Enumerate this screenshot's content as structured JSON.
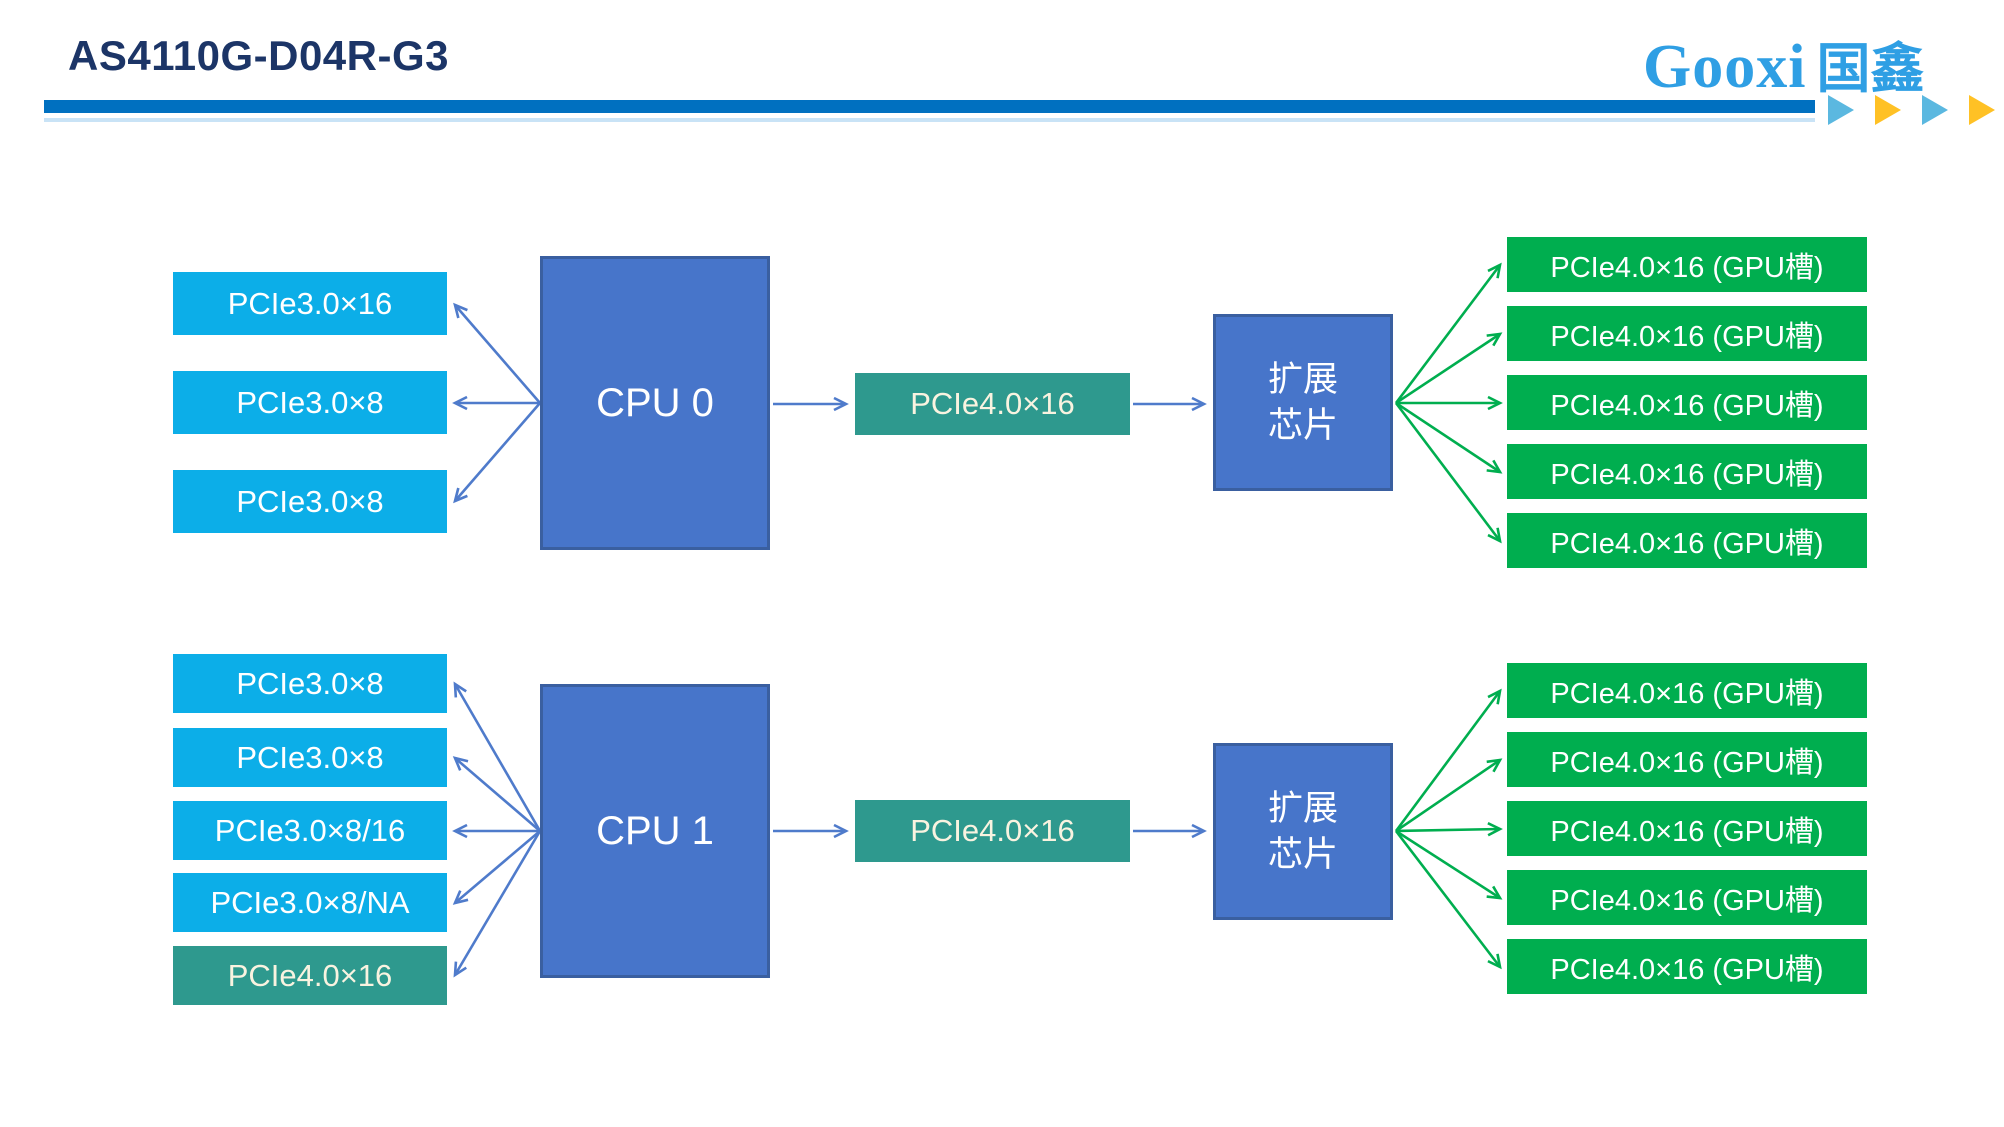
{
  "header": {
    "title": "AS4110G-D04R-G3",
    "logo_en": "Gooxi",
    "logo_cn": "国鑫",
    "colors": {
      "title_text": "#1c3567",
      "divider_bar": "#0070c0",
      "divider_underline": "#c9e3f6",
      "logo_blue": "#2f9fe4",
      "triangle_blue": "#5bb8e0",
      "triangle_orange": "#ffc125"
    }
  },
  "diagram_colors": {
    "pcie3_slot_cyan": "#0caee8",
    "pcie4_link_teal": "#2e998e",
    "gpu_slot_green": "#00ae4f",
    "cpu_box_blue": "#4775ca",
    "cpu_box_border": "#3a5fa0",
    "arrow_blue": "#4f7bcb",
    "arrow_green": "#00ae4f"
  },
  "sections": [
    {
      "cpu_label": "CPU 0",
      "left_slots": [
        {
          "label": "PCIe3.0×16",
          "type": "cyan"
        },
        {
          "label": "PCIe3.0×8",
          "type": "cyan"
        },
        {
          "label": "PCIe3.0×8",
          "type": "cyan"
        }
      ],
      "uplink_label": "PCIe4.0×16",
      "expander_line1": "扩展",
      "expander_line2": "芯片",
      "gpu_slots": [
        "PCIe4.0×16 (GPU槽)",
        "PCIe4.0×16 (GPU槽)",
        "PCIe4.0×16 (GPU槽)",
        "PCIe4.0×16 (GPU槽)",
        "PCIe4.0×16 (GPU槽)"
      ]
    },
    {
      "cpu_label": "CPU 1",
      "left_slots": [
        {
          "label": "PCIe3.0×8",
          "type": "cyan"
        },
        {
          "label": "PCIe3.0×8",
          "type": "cyan"
        },
        {
          "label": "PCIe3.0×8/16",
          "type": "cyan"
        },
        {
          "label": "PCIe3.0×8/NA",
          "type": "cyan"
        },
        {
          "label": "PCIe4.0×16",
          "type": "teal"
        }
      ],
      "uplink_label": "PCIe4.0×16",
      "expander_line1": "扩展",
      "expander_line2": "芯片",
      "gpu_slots": [
        "PCIe4.0×16 (GPU槽)",
        "PCIe4.0×16 (GPU槽)",
        "PCIe4.0×16 (GPU槽)",
        "PCIe4.0×16 (GPU槽)",
        "PCIe4.0×16 (GPU槽)"
      ]
    }
  ]
}
